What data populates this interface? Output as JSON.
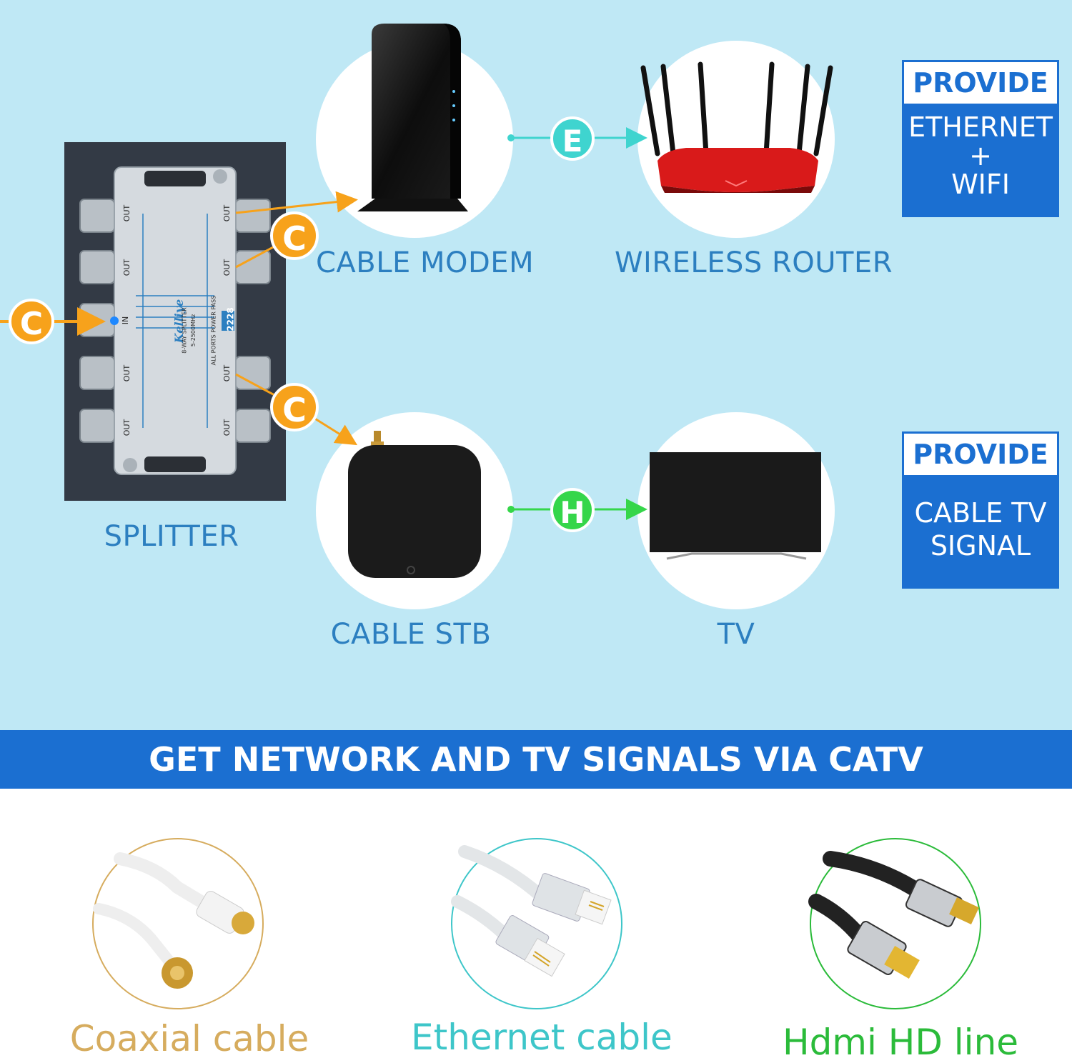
{
  "devices": {
    "cable_modem": "CABLE MODEM",
    "wireless_router": "WIRELESS ROUTER",
    "splitter": "SPLITTER",
    "cable_stb": "CABLE STB",
    "tv": "TV"
  },
  "connectors": {
    "coax_letter": "C",
    "ethernet_letter": "E",
    "hdmi_letter": "H"
  },
  "splitter_unit": {
    "port_out_label": "OUT",
    "port_in_label": "IN",
    "brand": "Kelliye",
    "model": "2228",
    "spec_lines": [
      "8-WAY SPLITTER",
      "5-2500MHz",
      "ALL PORTS POWER PASS"
    ]
  },
  "provide_boxes": [
    {
      "heading": "PROVIDE",
      "lines": [
        "ETHERNET",
        "+",
        "WIFI"
      ]
    },
    {
      "heading": "PROVIDE",
      "lines": [
        "CABLE TV",
        "SIGNAL"
      ]
    }
  ],
  "banner": {
    "title": "GET NETWORK AND TV SIGNALS VIA CATV"
  },
  "cables": [
    {
      "label": "Coaxial cable",
      "color": "#d6ac5e"
    },
    {
      "label": "Ethernet cable",
      "color": "#3ec6c9"
    },
    {
      "label": "Hdmi HD line",
      "color": "#2bbb3a"
    }
  ],
  "colors": {
    "background": "#bfe8f5",
    "accent_blue": "#1b6fd1",
    "label_blue": "#2c7fc0",
    "coax_orange": "#f7a21b",
    "ethernet_teal": "#3fd4cf",
    "hdmi_green": "#35d64a"
  }
}
